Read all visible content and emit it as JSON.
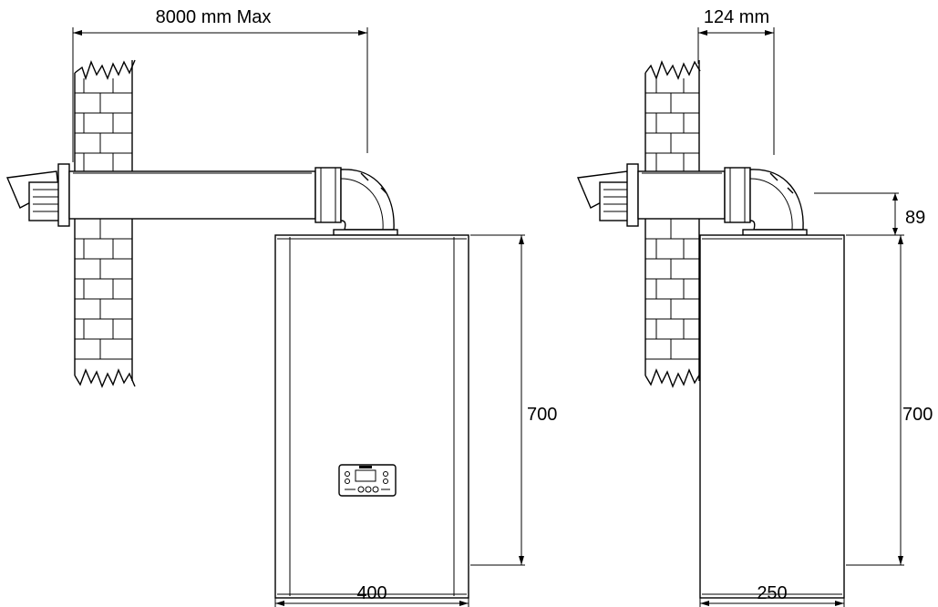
{
  "views": {
    "front": {
      "flue_length_label": "8000 mm Max",
      "height_label": "700",
      "width_label": "400"
    },
    "side": {
      "wall_clearance_label": "124 mm",
      "flue_height_label": "89",
      "height_label": "700",
      "depth_label": "250"
    }
  }
}
